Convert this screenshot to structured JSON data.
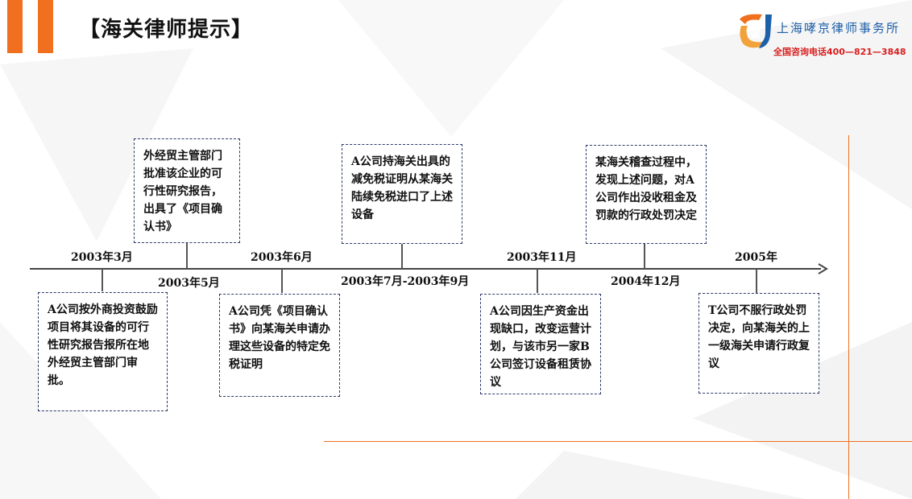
{
  "header": {
    "title": "【海关律师提示】"
  },
  "logo": {
    "mark_text": "啸",
    "firm_name": "上海哮京律师事务所",
    "phone": "全国咨询电话400—821—3848"
  },
  "colors": {
    "accent_orange": "#f07020",
    "box_border": "#2b3a6b",
    "logo_blue": "#1d5fa8",
    "phone_red": "#d81e1e"
  },
  "timeline": {
    "dates": {
      "d1": "2003年3月",
      "d2": "2003年5月",
      "d3": "2003年6月",
      "d4": "2003年7月-2003年9月",
      "d5": "2003年11月",
      "d6": "2004年12月",
      "d7": "2005年"
    },
    "events": {
      "e1": "A公司按外商投资鼓励项目将其设备的可行性研究报告报所在地外经贸主管部门审批。",
      "e2": "外经贸主管部门批准该企业的可行性研究报告，出具了《项目确认书》",
      "e3": "A公司凭《项目确认书》向某海关申请办理这些设备的特定免税证明",
      "e4": "A公司持海关出具的减免税证明从某海关陆续免税进口了上述设备",
      "e5": "A公司因生产资金出现缺口，改变运营计划，与该市另一家B公司签订设备租赁协议",
      "e6": "某海关稽查过程中，发现上述问题，对A公司作出没收租金及罚款的行政处罚决定",
      "e7": "T公司不服行政处罚决定，向某海关的上一级海关申请行政复议"
    }
  }
}
